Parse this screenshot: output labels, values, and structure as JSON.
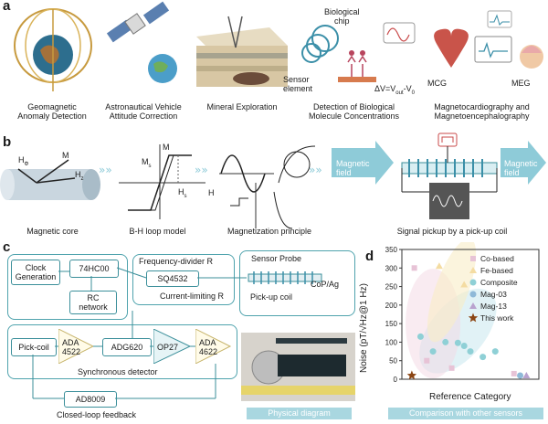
{
  "panel_letters": {
    "a": "a",
    "b": "b",
    "c": "c",
    "d": "d"
  },
  "panel_a": {
    "captions": [
      "Geomagnetic\nAnomaly Detection",
      "Astronautical Vehicle\nAttitude Correction",
      "Mineral Exploration",
      "Detection of Biological\nMolecule Concentrations",
      "Magnetocardiography and\nMagnetoencephalography"
    ],
    "bio_chip": "Biological\nchip",
    "sensor_element": "Sensor\nelement",
    "delta_v": "ΔV=V",
    "delta_v_sub1": "out",
    "delta_v_mid": "-V",
    "delta_v_sub2": "0",
    "mcg": "MCG",
    "meg": "MEG"
  },
  "panel_b": {
    "captions": [
      "Magnetic core",
      "B-H loop model",
      "Magnetization principle",
      "Signal pickup by a pick-up coil"
    ],
    "h_phi": "H",
    "h_phi_sub": "Φ",
    "m": "M",
    "h_z": "H",
    "h_z_sub": "z",
    "ms": "M",
    "ms_sub": "s",
    "hs": "H",
    "hs_sub": "s",
    "h_axis": "H",
    "m_axis": "M",
    "mag_field_left": "Magnetic\nfield",
    "mag_field_right": "Magnetic\nfield"
  },
  "panel_c": {
    "blocks": {
      "clock": "Clock\nGeneration",
      "hc00": "74HC00",
      "rc": "RC\nnetwork",
      "sq": "SQ4532",
      "pickcoil": "Pick-coil",
      "adg": "ADG620",
      "op27": "OP27",
      "ad8009": "AD8009"
    },
    "amps": {
      "ada4522": "ADA\n4522",
      "ada4622": "ADA\n4622"
    },
    "labels": {
      "freq_div": "Frequency-divider R",
      "current_lim": "Current-limiting R",
      "sensor_probe": "Sensor Probe",
      "pickup_coil": "Pick-up coil",
      "copag": "CoP/Ag",
      "sync": "Synchronous detector",
      "feedback": "Closed-loop feedback",
      "physical": "Physical diagram"
    }
  },
  "panel_d": {
    "ylabel": "Noise (pT/√Hz@1 Hz)",
    "xlabel": "Reference Category",
    "banner": "Comparison with other sensors"
  },
  "chart_data": {
    "type": "scatter",
    "title": "",
    "xlabel": "Reference Category",
    "ylabel": "Noise (pT/√Hz@1 Hz)",
    "ylim": [
      0,
      350
    ],
    "yticks": [
      0,
      50,
      100,
      150,
      200,
      250,
      300,
      350
    ],
    "legend_position": "top-right",
    "series": [
      {
        "name": "Co-based",
        "color": "#e7c3d6",
        "marker": "square",
        "x": [
          1,
          2,
          4,
          9
        ],
        "y": [
          300,
          50,
          30,
          15
        ]
      },
      {
        "name": "Fe-based",
        "color": "#f4dca2",
        "marker": "triangle",
        "x": [
          3,
          5
        ],
        "y": [
          305,
          255
        ]
      },
      {
        "name": "Composite",
        "color": "#8fd0d6",
        "marker": "circle",
        "x": [
          1.5,
          2.5,
          3.5,
          4.5,
          5,
          5.5,
          6.5,
          7.5
        ],
        "y": [
          115,
          75,
          100,
          98,
          90,
          75,
          60,
          75
        ]
      },
      {
        "name": "Mag-03",
        "color": "#8fb9d8",
        "marker": "circle",
        "x": [
          9.5
        ],
        "y": [
          10
        ]
      },
      {
        "name": "Mag-13",
        "color": "#b9a2cf",
        "marker": "triangle",
        "x": [
          10
        ],
        "y": [
          10
        ]
      },
      {
        "name": "This work",
        "color": "#8b4513",
        "marker": "star",
        "x": [
          0.8
        ],
        "y": [
          10
        ]
      }
    ],
    "x_range": [
      0,
      11
    ]
  },
  "colors": {
    "teal": "#3b8f9a",
    "arrow": "#8ecbd8",
    "light_tag": "#a9d7e0"
  }
}
